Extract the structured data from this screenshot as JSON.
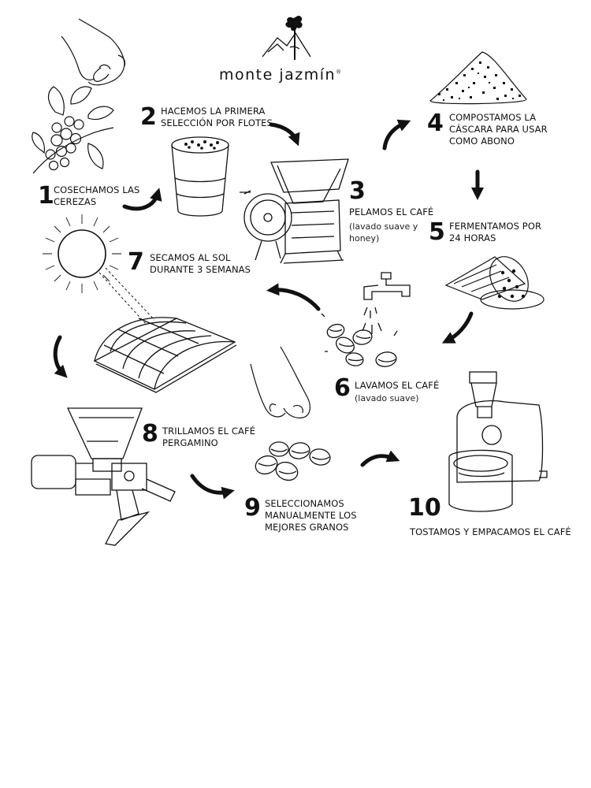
{
  "brand": {
    "name": "monte jazmín",
    "mark": "®"
  },
  "steps": [
    {
      "number": "1",
      "lines": [
        "COSECHAMOS LAS",
        "CEREZAS"
      ]
    },
    {
      "number": "2",
      "lines": [
        "HACEMOS LA PRIMERA",
        "SELECCIÓN POR FLOTES"
      ]
    },
    {
      "number": "3",
      "lines": [
        "PELAMOS EL CAFÉ"
      ],
      "note": [
        "(lavado suave y",
        "honey)"
      ]
    },
    {
      "number": "4",
      "lines": [
        "COMPOSTAMOS LA",
        "CÁSCARA PARA USAR",
        "COMO ABONO"
      ]
    },
    {
      "number": "5",
      "lines": [
        "FERMENTAMOS POR",
        "24 HORAS"
      ]
    },
    {
      "number": "6",
      "lines": [
        "LAVAMOS EL CAFÉ"
      ],
      "note": [
        "(lavado suave)"
      ]
    },
    {
      "number": "7",
      "lines": [
        "SECAMOS AL SOL",
        "DURANTE 3 SEMANAS"
      ]
    },
    {
      "number": "8",
      "lines": [
        "TRILLAMOS EL CAFÉ",
        "PERGAMINO"
      ]
    },
    {
      "number": "9",
      "lines": [
        "SELECCIONAMOS",
        "MANUALMENTE LOS",
        "MEJORES GRANOS"
      ]
    },
    {
      "number": "10",
      "lines": [
        "TOSTAMOS Y EMPACAMOS EL CAFÉ"
      ]
    }
  ],
  "icons": [
    "mountain-tree-logo-icon",
    "hand-picking-icon",
    "coffee-branch-icon",
    "flotation-bucket-icon",
    "pulping-machine-icon",
    "compost-pile-icon",
    "fermentation-basket-icon",
    "water-faucet-icon",
    "washed-beans-icon",
    "sun-icon",
    "greenhouse-dryer-icon",
    "huller-machine-icon",
    "hand-selecting-icon",
    "green-beans-icon",
    "roaster-machine-icon",
    "arrow-icon"
  ]
}
